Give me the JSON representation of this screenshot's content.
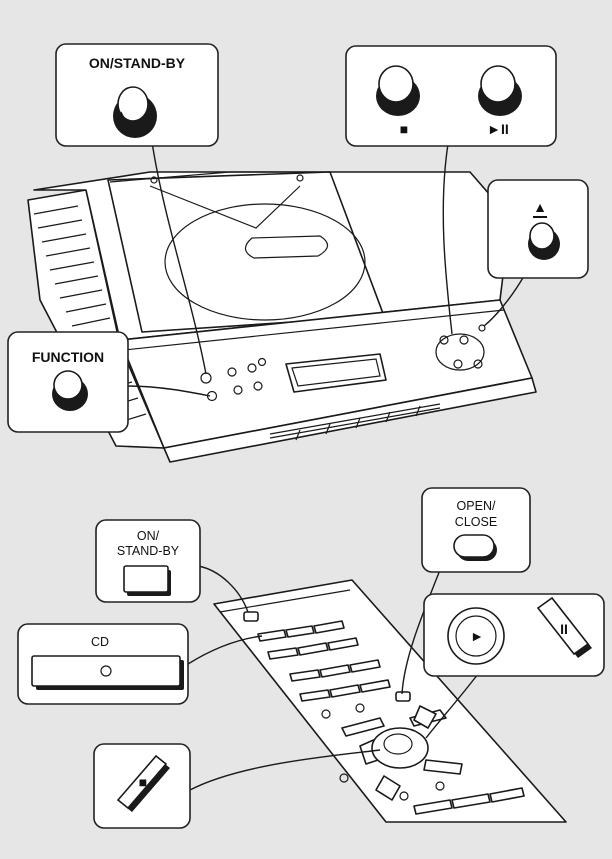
{
  "colors": {
    "background": "#e6e6e6",
    "outline": "#1a1a1a",
    "callout_fill": "#ffffff"
  },
  "main_unit": {
    "callouts": {
      "on_standby": {
        "label": "ON/STAND-BY"
      },
      "stop_play": {
        "stop_symbol": "■",
        "play_pause_symbol": "►II"
      },
      "eject": {
        "symbol": "▲"
      },
      "function": {
        "label": "FUNCTION"
      }
    }
  },
  "remote": {
    "callouts": {
      "on_standby": {
        "label_line1": "ON/",
        "label_line2": "STAND-BY"
      },
      "open_close": {
        "label_line1": "OPEN/",
        "label_line2": "CLOSE"
      },
      "cd": {
        "label": "CD"
      },
      "play_pause": {
        "play_symbol": "►",
        "pause_symbol": "II"
      },
      "stop": {
        "symbol": "■"
      }
    }
  }
}
